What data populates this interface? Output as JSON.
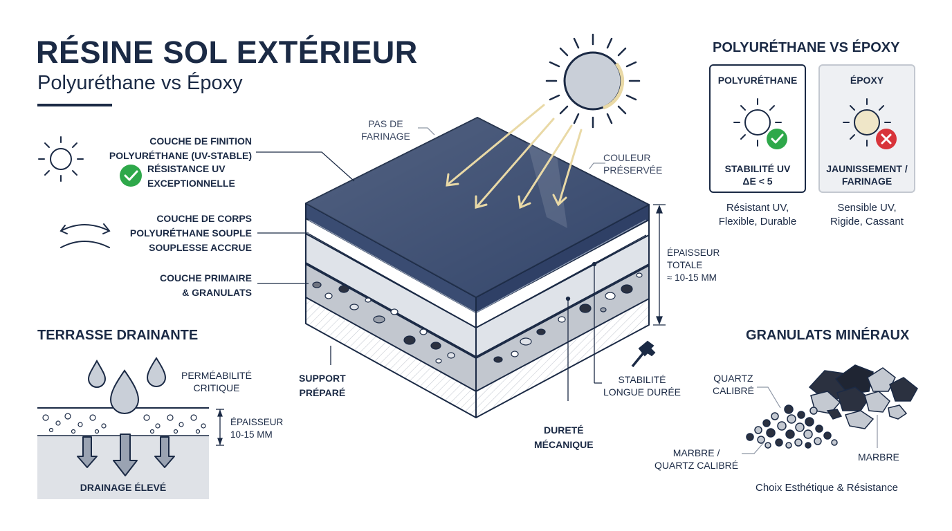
{
  "header": {
    "title": "RÉSINE SOL EXTÉRIEUR",
    "subtitle": "Polyuréthane vs Époxy"
  },
  "layers_left": {
    "finish_line1": "COUCHE DE FINITION",
    "finish_line2": "POLYURÉTHANE (UV-STABLE)",
    "uv_line1": "RÉSISTANCE UV",
    "uv_line2": "EXCEPTIONNELLE",
    "body_line1": "COUCHE DE CORPS",
    "body_line2": "POLYURÉTHANE SOUPLE",
    "body_line3": "SOUPLESSE ACCRUE",
    "primer_line1": "COUCHE PRIMAIRE",
    "primer_line2": "& GRANULATS"
  },
  "diagram": {
    "no_chalking": "PAS DE\nFARINAGE",
    "color_kept": "COULEUR\nPRÉSERVÉE",
    "thickness": "ÉPAISSEUR\nTOTALE\n≈ 10-15 MM",
    "support": "SUPPORT\nPRÉPARÉ",
    "hardness": "DURETÉ\nMÉCANIQUE",
    "stability": "STABILITÉ\nLONGUE DURÉE"
  },
  "drainage": {
    "heading": "TERRASSE DRAINANTE",
    "permeability": "PERMÉABILITÉ\nCRITIQUE",
    "thickness": "ÉPAISSEUR\n10-15 MM",
    "drain_label": "DRAINAGE ÉLEVÉ"
  },
  "comparison": {
    "heading": "POLYURÉTHANE VS ÉPOXY",
    "pu": {
      "name": "POLYURÉTHANE",
      "value": "STABILITÉ UV\nΔE < 5",
      "props": "Résistant UV,\nFlexible, Durable",
      "status": "check"
    },
    "epoxy": {
      "name": "ÉPOXY",
      "value": "JAUNISSEMENT /\nFARINAGE",
      "props": "Sensible UV,\nRigide, Cassant",
      "status": "cross"
    }
  },
  "aggregates": {
    "heading": "GRANULATS MINÉRAUX",
    "quartz": "QUARTZ\nCALIBRÉ",
    "marble_quartz": "MARBRE /\nQUARTZ CALIBRÉ",
    "marble": "MARBRE",
    "caption": "Choix Esthétique & Résistance"
  },
  "colors": {
    "navy": "#1b2a45",
    "slab": "#34466b",
    "green": "#2ea84a",
    "red": "#d8343a",
    "sun_ray": "#e9d9a6"
  },
  "icons": [
    "sun-icon",
    "check-icon",
    "flex-arrows-icon",
    "hammer-icon",
    "cross-icon",
    "water-drop-icon",
    "down-arrow-icon"
  ]
}
